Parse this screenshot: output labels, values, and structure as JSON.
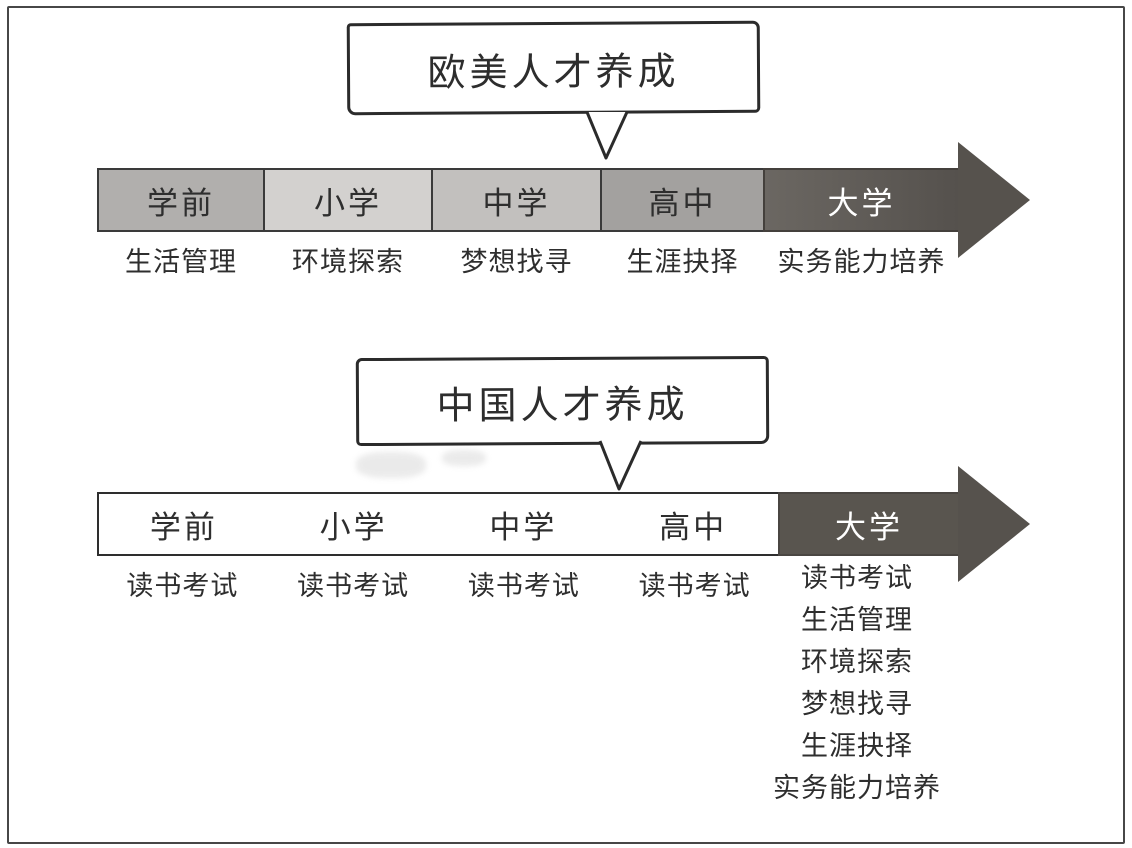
{
  "colors": {
    "frame_border": "#474747",
    "segment_border": "#3a3a3a",
    "dark_arrow": "#59554f",
    "dark_arrow_light": "#6b6762",
    "text_dark": "#2e2e2e",
    "text_light": "#ffffff"
  },
  "western": {
    "title": "欧美人才养成",
    "stages": [
      {
        "label": "学前",
        "sub": "生活管理",
        "bg": "#b1afad"
      },
      {
        "label": "小学",
        "sub": "环境探索",
        "bg": "#d3d1cf"
      },
      {
        "label": "中学",
        "sub": "梦想找寻",
        "bg": "#c2c0be"
      },
      {
        "label": "高中",
        "sub": "生涯抉择",
        "bg": "#a3a19f"
      },
      {
        "label": "大学",
        "sub": "实务能力培养",
        "bg": "#5d5954"
      }
    ]
  },
  "chinese": {
    "title": "中国人才养成",
    "school_stages": [
      {
        "label": "学前",
        "sub": "读书考试"
      },
      {
        "label": "小学",
        "sub": "读书考试"
      },
      {
        "label": "中学",
        "sub": "读书考试"
      },
      {
        "label": "高中",
        "sub": "读书考试"
      }
    ],
    "university": {
      "label": "大学",
      "items": [
        "读书考试",
        "生活管理",
        "环境探索",
        "梦想找寻",
        "生涯抉择",
        "实务能力培养"
      ]
    }
  }
}
